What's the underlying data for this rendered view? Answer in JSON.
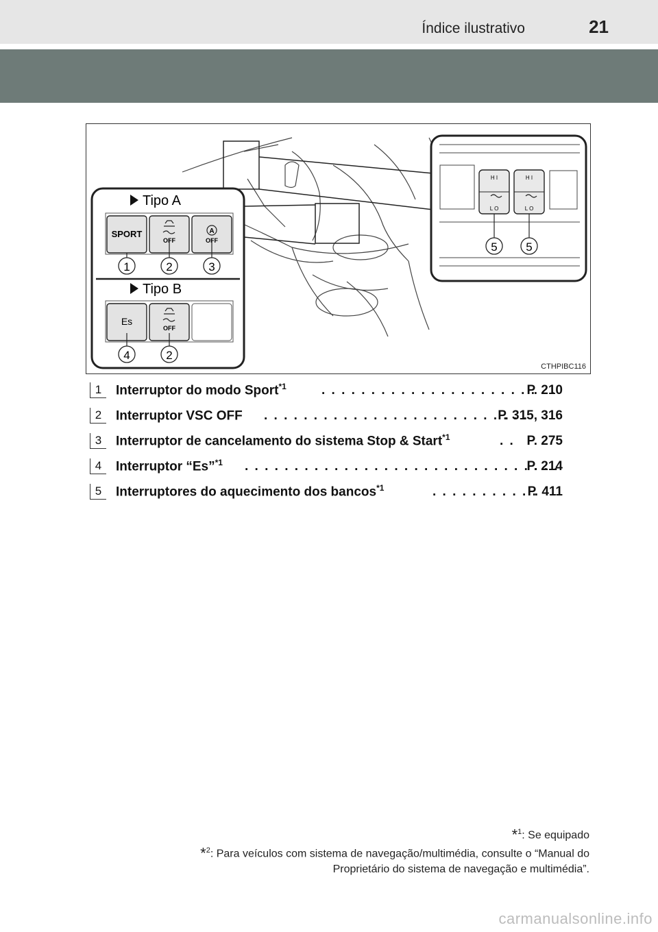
{
  "header": {
    "section_title": "Índice ilustrativo",
    "page_number": "21"
  },
  "figure": {
    "code": "CTHPIBC116",
    "tipo_a": "Tipo A",
    "tipo_b": "Tipo B",
    "btn_sport": "SPORT",
    "btn_off": "OFF",
    "btn_es": "Es",
    "btn_a": "A",
    "heater_hi": "H I",
    "heater_lo": "L O",
    "callouts_a": [
      "1",
      "2",
      "3"
    ],
    "callouts_b": [
      "4",
      "2"
    ],
    "callouts_heater": [
      "5",
      "5"
    ]
  },
  "items": [
    {
      "num": "1",
      "label": "Interruptor do modo Sport",
      "sup": "*1",
      "dots": ". . . . . . . . . . . . . . . . . . . . . . . .",
      "ref": "P. 210"
    },
    {
      "num": "2",
      "label": "Interruptor VSC OFF",
      "sup": "",
      "dots": ". . . . . . . . . . . . . . . . . . . . . . . . . . .",
      "ref": "P. 315, 316"
    },
    {
      "num": "3",
      "label": "Interruptor de cancelamento do sistema Stop & Start",
      "sup": "*1",
      "dots": ". .",
      "ref": "P. 275"
    },
    {
      "num": "4",
      "label": "Interruptor “Es”",
      "sup": "*1",
      "dots": ". . . . . . . . . . . . . . . . . . . . . . . . . . . . . . . .",
      "ref": "P. 214"
    },
    {
      "num": "5",
      "label": "Interruptores do aquecimento dos bancos",
      "sup": "*1",
      "dots": ". . . . . . . . . . .",
      "ref": "P. 411"
    }
  ],
  "footnotes": {
    "star": "*",
    "n1": "1",
    "n1_text": ": Se equipado",
    "n2": "2",
    "n2_text": ": Para veículos com sistema de navegação/multimédia, consulte o “Manual do",
    "n2_text_cont": "Proprietário do sistema de navegação e multimédia”."
  },
  "watermark": "carmanualsonline.info"
}
